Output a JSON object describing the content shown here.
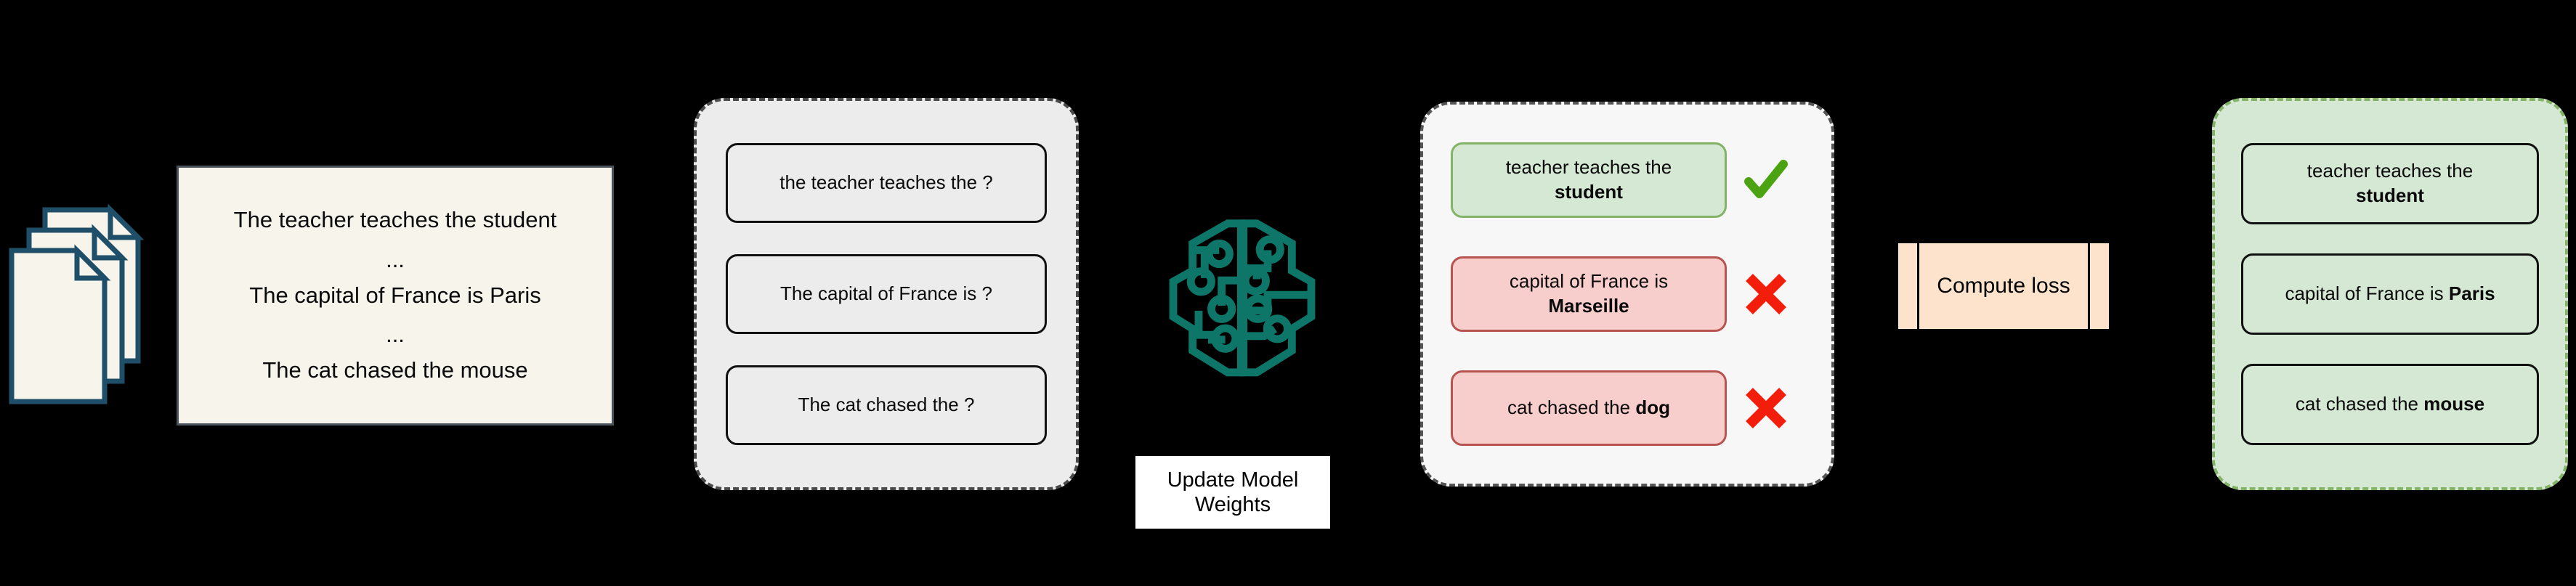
{
  "background_color": "#000000",
  "corpus": {
    "icon_name": "document-stack-icon",
    "icon_fill": "#F7F4EC",
    "icon_stroke": "#1F4E68",
    "box_fill": "#F7F4EC",
    "lines": [
      "The teacher teaches the student",
      "...",
      "The capital of France is Paris",
      "...",
      "The cat chased the mouse"
    ]
  },
  "prompts": {
    "panel_fill": "#ECECEC",
    "panel_border": "#4A4A4A",
    "items": [
      {
        "text": "the teacher teaches the ?"
      },
      {
        "text": "The capital of France is ?"
      },
      {
        "text": "The cat chased the ?"
      }
    ]
  },
  "model": {
    "icon_name": "neural-brain-circuit-icon",
    "icon_color": "#0E7569",
    "update_label": "Update Model Weights"
  },
  "predictions": {
    "panel_fill": "#F7F7F7",
    "panel_border": "#555555",
    "correct_fill": "#D5E8D4",
    "correct_border": "#82B366",
    "wrong_fill": "#F8CECC",
    "wrong_border": "#B85450",
    "check_color": "#4CA312",
    "cross_color": "#F21E0B",
    "items": [
      {
        "prefix": "teacher teaches the",
        "answer": "student",
        "status": "correct",
        "mark": "check-icon",
        "two_line": true
      },
      {
        "prefix": "capital of France is",
        "answer": "Marseille",
        "status": "wrong",
        "mark": "cross-icon",
        "two_line": true
      },
      {
        "prefix": "cat chased the",
        "answer": "dog",
        "status": "wrong",
        "mark": "cross-icon",
        "two_line": false
      }
    ]
  },
  "loss": {
    "label": "Compute loss",
    "fill": "#FDE2CC",
    "rule_color": "#000000"
  },
  "ground_truth": {
    "panel_fill": "#D5E8D4",
    "panel_border": "#82B366",
    "items": [
      {
        "prefix": "teacher teaches the",
        "answer": "student",
        "two_line": true
      },
      {
        "prefix": "capital of France is",
        "answer": "Paris",
        "two_line": false
      },
      {
        "prefix": "cat chased the",
        "answer": "mouse",
        "two_line": false
      }
    ]
  }
}
